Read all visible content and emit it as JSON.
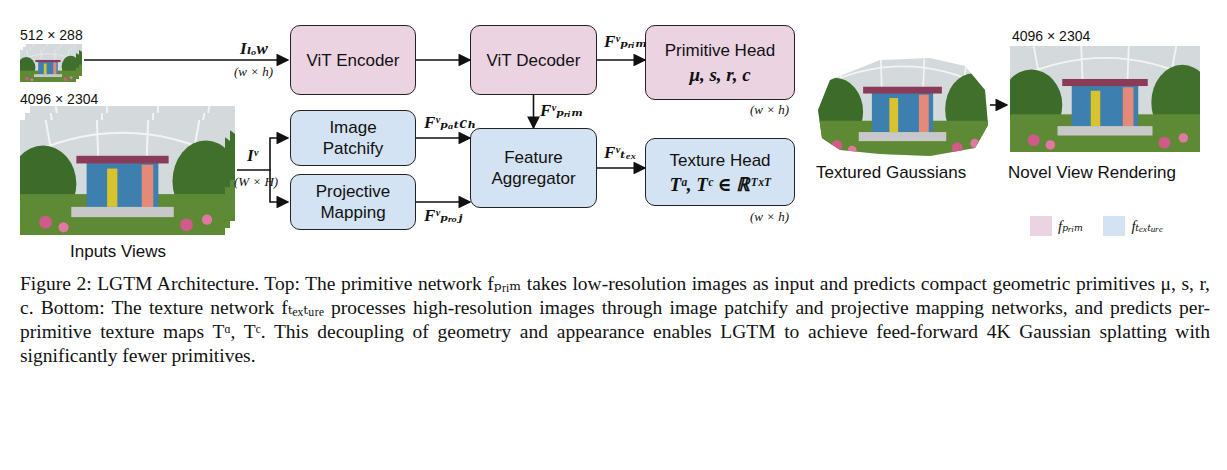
{
  "diagram": {
    "caption": "Figure 2: LGTM Architecture. Top: The primitive network fₚᵣᵢₘ takes low-resolution images as input and predicts compact geometric primitives μ, s, r, c. Bottom: The texture network fₜₑₓₜᵤᵣₑ processes high-resolution images through image patchify and projective mapping networks, and predicts per-primitive texture maps Tᵅ, Tᶜ. This decoupling of geometry and appearance enables LGTM to achieve feed-forward 4K Gaussian splatting with significantly fewer primitives.",
    "nodes": [
      {
        "text": [
          "ViT Encoder"
        ]
      },
      {
        "text": [
          "ViT Decoder"
        ]
      },
      {
        "text": [
          "Primitive Head",
          "μ, s, r, c"
        ]
      },
      {
        "text": [
          "Image Patchify"
        ]
      },
      {
        "text": [
          "Feature Aggregator"
        ]
      },
      {
        "text": [
          "Texture Head",
          "Tᵅ, Tᶜ ∈ ℝᵀˣᵀ"
        ]
      },
      {
        "text": [
          "Projective Mapping"
        ]
      }
    ],
    "edges": [
      {
        "from": 0,
        "to": 1,
        "arrow": "to"
      },
      {
        "from": 1,
        "to": 2,
        "label": "Fᵛₚᵣᵢₘ",
        "arrow": "to"
      },
      {
        "from": 1,
        "to": 4,
        "label": "Fᵛₚᵣᵢₘ",
        "arrow": "to"
      },
      {
        "from": 3,
        "to": 4,
        "label": "Fᵛₚₐₜcₕ",
        "arrow": "to"
      },
      {
        "from": 6,
        "to": 4,
        "label": "Fᵛₚᵣₒⱼ",
        "arrow": "to"
      },
      {
        "from": 4,
        "to": 5,
        "label": "Fᵛₜₑₓ",
        "arrow": "to"
      }
    ],
    "labels": [
      "512 × 288",
      "4096 × 2304",
      "Inputs Views",
      "Iₗₒw",
      "(w × h)",
      "Iᵛ",
      "(W × H)",
      "(w × h)",
      "(w × h)",
      "Textured Gaussians",
      "4096 × 2304",
      "Novel View Rendering"
    ],
    "legend": [
      {
        "text": "fₚᵣᵢₘ",
        "color": "#ecd3e2"
      },
      {
        "text": "fₜₑₓₜᵤᵣₑ",
        "color": "#d3e3f3"
      }
    ]
  }
}
